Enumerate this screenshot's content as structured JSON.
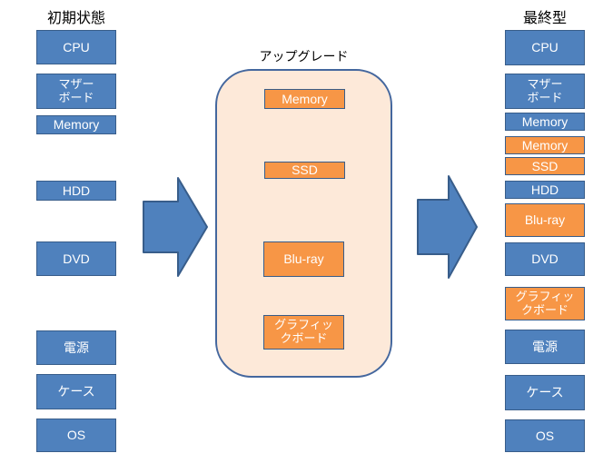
{
  "colors": {
    "box_blue_fill": "#4F81BD",
    "box_border": "#385D8A",
    "box_orange_fill": "#F79646",
    "panel_fill": "#FDE9D9",
    "panel_border": "#44679E",
    "arrow_fill": "#4F81BD",
    "title_text": "#000000",
    "box_text": "#FFFFFF"
  },
  "left_column": {
    "title": "初期状態",
    "items": [
      {
        "label": "CPU",
        "variant": "blue"
      },
      {
        "label": "マザー\nボード",
        "variant": "blue"
      },
      {
        "label": "Memory",
        "variant": "blue"
      },
      {
        "label": "HDD",
        "variant": "blue"
      },
      {
        "label": "DVD",
        "variant": "blue"
      },
      {
        "label": "電源",
        "variant": "blue"
      },
      {
        "label": "ケース",
        "variant": "blue"
      },
      {
        "label": "OS",
        "variant": "blue"
      }
    ]
  },
  "upgrade_panel": {
    "title": "アップグレード",
    "items": [
      {
        "label": "Memory",
        "variant": "orange"
      },
      {
        "label": "SSD",
        "variant": "orange"
      },
      {
        "label": "Blu-ray",
        "variant": "orange"
      },
      {
        "label": "グラフィッ\nクボード",
        "variant": "orange"
      }
    ]
  },
  "right_column": {
    "title": "最終型",
    "items": [
      {
        "label": "CPU",
        "variant": "blue"
      },
      {
        "label": "マザー\nボード",
        "variant": "blue"
      },
      {
        "label": "Memory",
        "variant": "blue"
      },
      {
        "label": "Memory",
        "variant": "orange"
      },
      {
        "label": "SSD",
        "variant": "orange"
      },
      {
        "label": "HDD",
        "variant": "blue"
      },
      {
        "label": "Blu-ray",
        "variant": "orange"
      },
      {
        "label": "DVD",
        "variant": "blue"
      },
      {
        "label": "グラフィッ\nクボード",
        "variant": "orange"
      },
      {
        "label": "電源",
        "variant": "blue"
      },
      {
        "label": "ケース",
        "variant": "blue"
      },
      {
        "label": "OS",
        "variant": "blue"
      }
    ]
  }
}
